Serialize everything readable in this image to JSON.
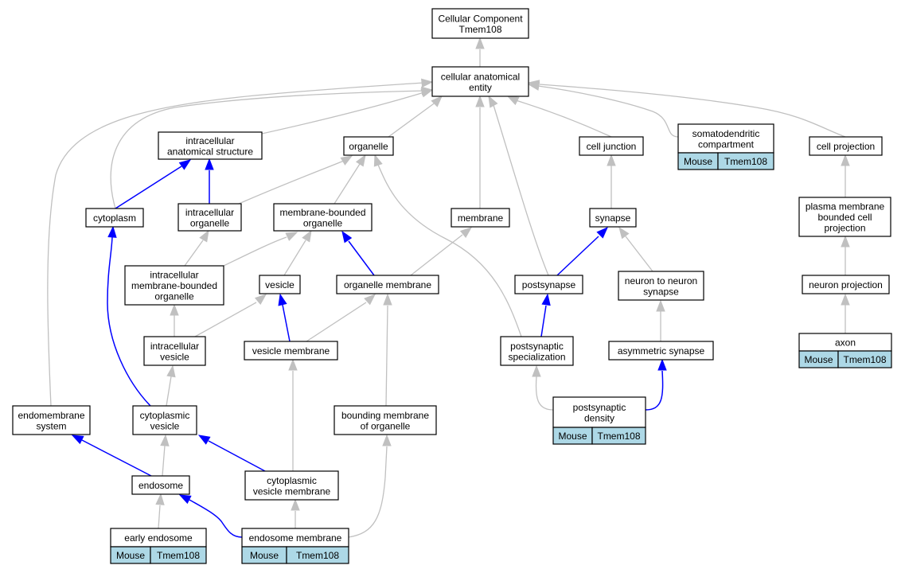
{
  "colors": {
    "is_a_edge": "#c0c0c0",
    "part_of_edge": "#0000ff",
    "annotation_fill": "#add8e6",
    "node_fill": "#ffffff"
  },
  "nodes": [
    {
      "id": "root",
      "lines": [
        "Cellular Component",
        "Tmem108"
      ]
    },
    {
      "id": "cae",
      "lines": [
        "cellular anatomical",
        "entity"
      ]
    },
    {
      "id": "ias",
      "lines": [
        "intracellular",
        "anatomical structure"
      ]
    },
    {
      "id": "organelle",
      "lines": [
        "organelle"
      ]
    },
    {
      "id": "celljunction",
      "lines": [
        "cell junction"
      ]
    },
    {
      "id": "somato",
      "lines": [
        "somatodendritic",
        "compartment"
      ],
      "annotation": [
        "Mouse",
        "Tmem108"
      ]
    },
    {
      "id": "cellproj",
      "lines": [
        "cell projection"
      ]
    },
    {
      "id": "cytoplasm",
      "lines": [
        "cytoplasm"
      ]
    },
    {
      "id": "intraorg",
      "lines": [
        "intracellular",
        "organelle"
      ]
    },
    {
      "id": "mbo",
      "lines": [
        "membrane-bounded",
        "organelle"
      ]
    },
    {
      "id": "membrane",
      "lines": [
        "membrane"
      ]
    },
    {
      "id": "synapse",
      "lines": [
        "synapse"
      ]
    },
    {
      "id": "pmbcp",
      "lines": [
        "plasma membrane",
        "bounded cell",
        "projection"
      ]
    },
    {
      "id": "imbo",
      "lines": [
        "intracellular",
        "membrane-bounded",
        "organelle"
      ]
    },
    {
      "id": "vesicle",
      "lines": [
        "vesicle"
      ]
    },
    {
      "id": "orgmem",
      "lines": [
        "organelle membrane"
      ]
    },
    {
      "id": "postsynapse",
      "lines": [
        "postsynapse"
      ]
    },
    {
      "id": "n2n",
      "lines": [
        "neuron to neuron",
        "synapse"
      ]
    },
    {
      "id": "neuronproj",
      "lines": [
        "neuron projection"
      ]
    },
    {
      "id": "ivesicle",
      "lines": [
        "intracellular",
        "vesicle"
      ]
    },
    {
      "id": "vesmem",
      "lines": [
        "vesicle membrane"
      ]
    },
    {
      "id": "psspec",
      "lines": [
        "postsynaptic",
        "specialization"
      ]
    },
    {
      "id": "asym",
      "lines": [
        "asymmetric synapse"
      ]
    },
    {
      "id": "axon",
      "lines": [
        "axon"
      ],
      "annotation": [
        "Mouse",
        "Tmem108"
      ]
    },
    {
      "id": "endomem",
      "lines": [
        "endomembrane",
        "system"
      ]
    },
    {
      "id": "cytoves",
      "lines": [
        "cytoplasmic",
        "vesicle"
      ]
    },
    {
      "id": "bmo",
      "lines": [
        "bounding membrane",
        "of organelle"
      ]
    },
    {
      "id": "psd",
      "lines": [
        "postsynaptic",
        "density"
      ],
      "annotation": [
        "Mouse",
        "Tmem108"
      ]
    },
    {
      "id": "endosome",
      "lines": [
        "endosome"
      ]
    },
    {
      "id": "cvm",
      "lines": [
        "cytoplasmic",
        "vesicle membrane"
      ]
    },
    {
      "id": "early",
      "lines": [
        "early endosome"
      ],
      "annotation": [
        "Mouse",
        "Tmem108"
      ]
    },
    {
      "id": "endomembrane",
      "lines": [
        "endosome membrane"
      ],
      "annotation": [
        "Mouse",
        "Tmem108"
      ]
    }
  ],
  "edges": [
    {
      "from": "cae",
      "to": "root",
      "type": "is_a"
    },
    {
      "from": "ias",
      "to": "cae",
      "type": "is_a"
    },
    {
      "from": "organelle",
      "to": "cae",
      "type": "is_a"
    },
    {
      "from": "celljunction",
      "to": "cae",
      "type": "is_a"
    },
    {
      "from": "somato",
      "to": "cae",
      "type": "is_a"
    },
    {
      "from": "cellproj",
      "to": "cae",
      "type": "is_a"
    },
    {
      "from": "cytoplasm",
      "to": "cae",
      "type": "is_a"
    },
    {
      "from": "endomem",
      "to": "cae",
      "type": "is_a"
    },
    {
      "from": "membrane",
      "to": "cae",
      "type": "is_a"
    },
    {
      "from": "postsynapse",
      "to": "cae",
      "type": "is_a"
    },
    {
      "from": "cytoplasm",
      "to": "ias",
      "type": "part_of"
    },
    {
      "from": "intraorg",
      "to": "ias",
      "type": "part_of"
    },
    {
      "from": "intraorg",
      "to": "organelle",
      "type": "is_a"
    },
    {
      "from": "mbo",
      "to": "organelle",
      "type": "is_a"
    },
    {
      "from": "psspec",
      "to": "organelle",
      "type": "is_a"
    },
    {
      "from": "synapse",
      "to": "celljunction",
      "type": "is_a"
    },
    {
      "from": "pmbcp",
      "to": "cellproj",
      "type": "is_a"
    },
    {
      "from": "cytoves",
      "to": "cytoplasm",
      "type": "part_of"
    },
    {
      "from": "imbo",
      "to": "intraorg",
      "type": "is_a"
    },
    {
      "from": "imbo",
      "to": "mbo",
      "type": "is_a"
    },
    {
      "from": "vesicle",
      "to": "mbo",
      "type": "is_a"
    },
    {
      "from": "orgmem",
      "to": "mbo",
      "type": "part_of"
    },
    {
      "from": "orgmem",
      "to": "membrane",
      "type": "is_a"
    },
    {
      "from": "postsynapse",
      "to": "synapse",
      "type": "part_of"
    },
    {
      "from": "n2n",
      "to": "synapse",
      "type": "is_a"
    },
    {
      "from": "neuronproj",
      "to": "pmbcp",
      "type": "is_a"
    },
    {
      "from": "ivesicle",
      "to": "imbo",
      "type": "is_a"
    },
    {
      "from": "ivesicle",
      "to": "vesicle",
      "type": "is_a"
    },
    {
      "from": "vesmem",
      "to": "vesicle",
      "type": "part_of"
    },
    {
      "from": "vesmem",
      "to": "orgmem",
      "type": "is_a"
    },
    {
      "from": "psspec",
      "to": "postsynapse",
      "type": "part_of"
    },
    {
      "from": "asym",
      "to": "n2n",
      "type": "is_a"
    },
    {
      "from": "axon",
      "to": "neuronproj",
      "type": "is_a"
    },
    {
      "from": "cytoves",
      "to": "ivesicle",
      "type": "is_a"
    },
    {
      "from": "cvm",
      "to": "vesmem",
      "type": "is_a"
    },
    {
      "from": "bmo",
      "to": "orgmem",
      "type": "is_a"
    },
    {
      "from": "psd",
      "to": "psspec",
      "type": "is_a"
    },
    {
      "from": "psd",
      "to": "asym",
      "type": "part_of"
    },
    {
      "from": "endosome",
      "to": "endomem",
      "type": "part_of"
    },
    {
      "from": "endosome",
      "to": "cytoves",
      "type": "is_a"
    },
    {
      "from": "cvm",
      "to": "cytoves",
      "type": "part_of"
    },
    {
      "from": "early",
      "to": "endosome",
      "type": "is_a"
    },
    {
      "from": "endomembrane",
      "to": "endosome",
      "type": "part_of"
    },
    {
      "from": "endomembrane",
      "to": "cvm",
      "type": "is_a"
    },
    {
      "from": "endomembrane",
      "to": "bmo",
      "type": "is_a"
    }
  ]
}
